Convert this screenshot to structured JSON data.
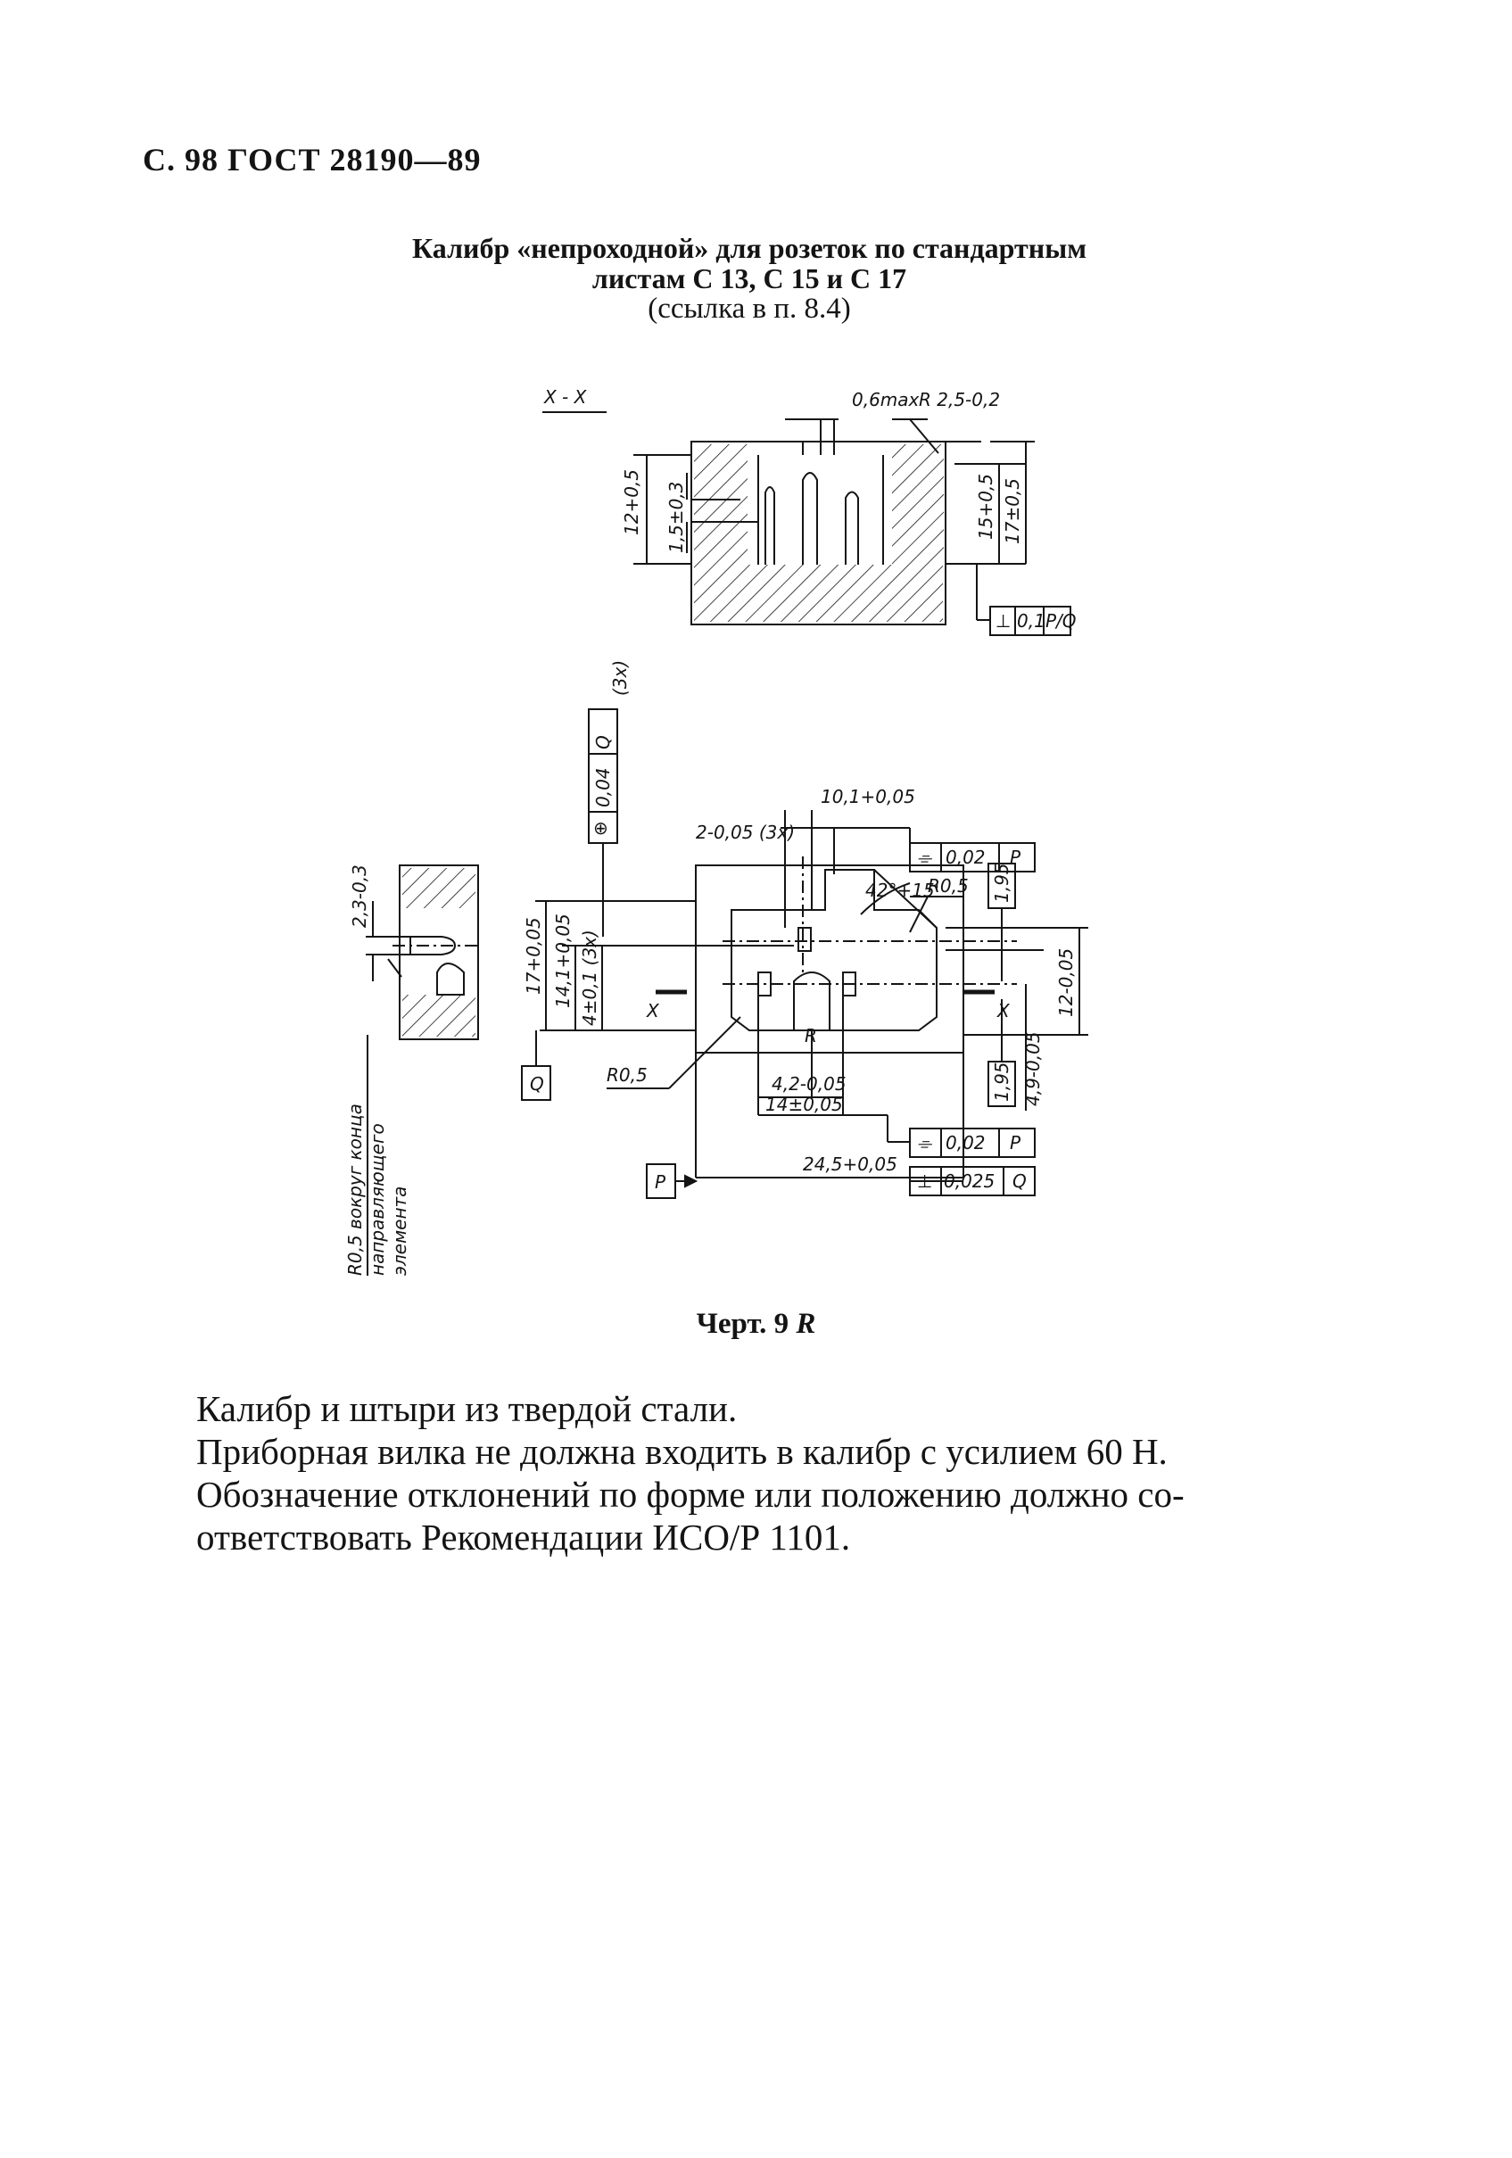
{
  "header": {
    "text": "С. 98 ГОСТ 28190—89"
  },
  "title": {
    "line1": "Калибр «непроходной» для розеток по стандартным",
    "line2": "листам С 13, С 15 и С 17",
    "line3": "(ссылка в п. 8.4)"
  },
  "drawing": {
    "section_label": "X - X",
    "labels": {
      "gap_max": "0,6max",
      "radius_top": "R 2,5-0,2",
      "dim_12": "12+0,5",
      "dim_1_5": "1,5±0,3",
      "dim_15": "15+0,5",
      "dim_17_top": "17±0,5",
      "perp_frame": [
        "⊥",
        "0,1",
        "P/Q"
      ],
      "count_3x_top": "(3x)",
      "pos_frame": [
        "⊕",
        "0,04",
        "Q"
      ],
      "dim_10_1": "10,1+0,05",
      "dim_2": "2-0,05 (3x)",
      "sym_frame_top": [
        "⌯",
        "0,02",
        "P"
      ],
      "angle_42": "42°+15'",
      "radius_05_right": "R0,5",
      "dim_1_95_top": "1,95",
      "dim_2_3": "2,3-0,3",
      "dim_17_front": "17+0,05",
      "dim_14_1": "14,1+0,05",
      "dim_4": "4±0,1 (3x)",
      "cut_x_left": "X",
      "cut_x_right": "X",
      "dim_12_right": "12-0,05",
      "radius_r": "R",
      "datum_q": "Q",
      "radius_05_left": "R0,5",
      "dim_1_95_bottom": "1,95",
      "dim_4_9": "4,9-0,05",
      "dim_4_2": "4,2-0,05",
      "dim_14": "14±0,05",
      "sym_frame_bottom": [
        "⌯",
        "0,02",
        "P"
      ],
      "dim_24_5": "24,5+0,05",
      "datum_p": "P",
      "perp_frame_bottom": [
        "⊥",
        "0,025",
        "Q"
      ],
      "side_note_1": "R0,5 вокруг конца",
      "side_note_2": "направляющего",
      "side_note_3": "элемента"
    }
  },
  "caption": {
    "text": "Черт. 9 ",
    "mark": "R"
  },
  "body": {
    "p1": "Калибр и штыри из твердой стали.",
    "p2": "Приборная вилка не должна входить в калибр с усилием 60 Н.",
    "p3": "Обозначение отклонений по форме или положению должно со-",
    "p4": "ответствовать Рекомендации ИСО/Р 1101."
  }
}
